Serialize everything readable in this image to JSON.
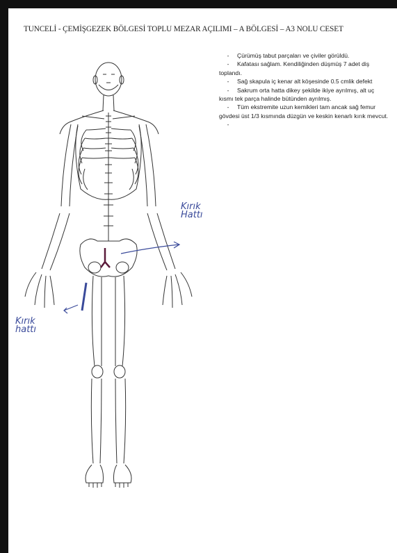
{
  "title": "TUNCELİ - ÇEMİŞGEZEK BÖLGESİ TOPLU MEZAR AÇILIMI – A BÖLGESİ – A3 NOLU CESET",
  "notes": [
    "Çürümüş tabut parçaları ve çiviler görüldü.",
    "Kafatası sağlam. Kendiliğinden düşmüş 7 adet diş toplandı.",
    "Sağ skapula iç kenar alt köşesinde 0.5 cmlik defekt",
    "Sakrum orta hatta dikey şekilde ikiye ayrılmış, alt uç kısmı tek parça halinde bütünden ayrılmış.",
    "Tüm ekstremite uzun kemikleri tam ancak sağ femur gövdesi üst 1/3 kısmında düzgün ve keskin kenarlı kırık mevcut."
  ],
  "dash": "-",
  "annotation_right": [
    "Kırık",
    "Hattı"
  ],
  "annotation_left": [
    "Kırık",
    "hattı"
  ],
  "colors": {
    "ink": "#3a4a9a",
    "mark": "#5a1a3a",
    "page": "#ffffff",
    "border": "#111111"
  }
}
